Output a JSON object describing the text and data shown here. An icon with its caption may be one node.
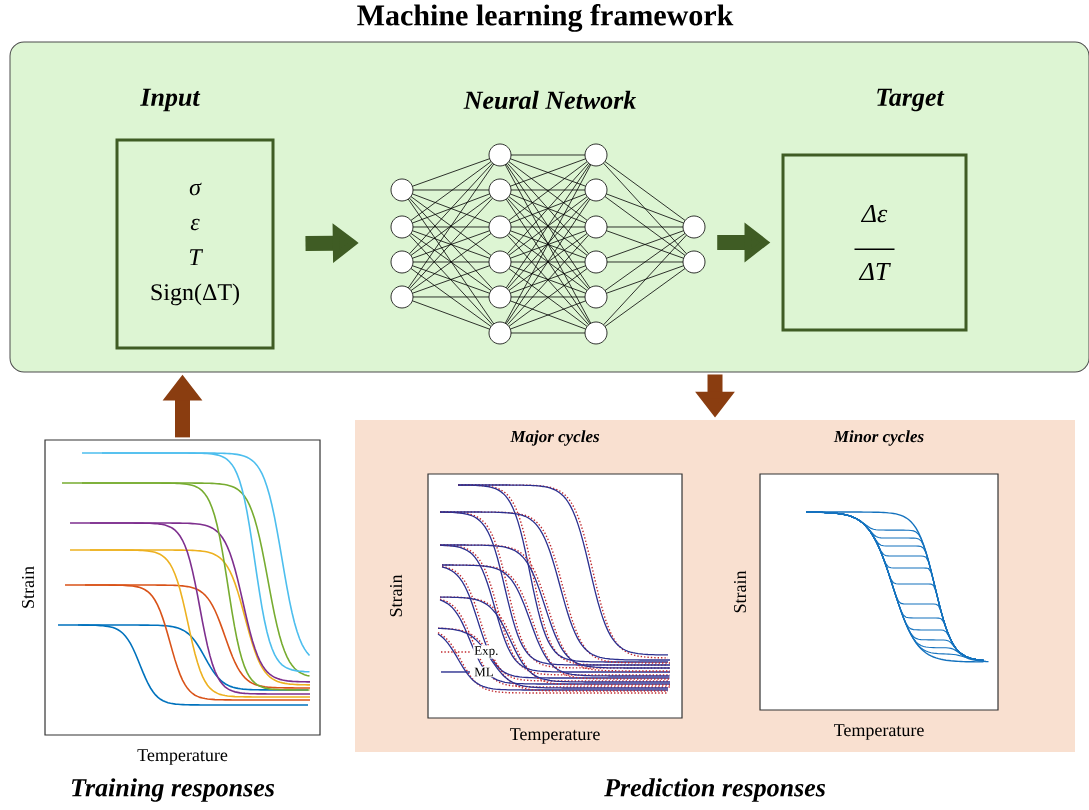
{
  "diagram": {
    "title": "Machine learning framework",
    "nodes": [
      {
        "text": [],
        "shape": "box"
      },
      {
        "text": [
          "Input",
          "σ",
          "ε",
          "T",
          "Sign(ΔT)"
        ],
        "in": 0
      },
      {
        "text": [
          "Neural Network"
        ],
        "in": 0
      },
      {
        "text": [
          "Target",
          "Δε",
          "ΔT"
        ],
        "in": 0
      },
      {
        "text": [
          "Strain",
          "Temperature"
        ],
        "beside": [
          "Training responses"
        ]
      },
      {
        "text": [
          "Prediction responses"
        ]
      },
      {
        "text": [
          "Major cycles",
          "Strain",
          "Temperature"
        ],
        "in": 5
      },
      {
        "text": [
          "Minor cycles",
          "Strain",
          "Temperature"
        ],
        "in": 5
      }
    ],
    "edges": [
      {
        "from": 1,
        "to": 2,
        "arrow": "to",
        "color": "#3f5c24"
      },
      {
        "from": 2,
        "to": 3,
        "arrow": "to",
        "color": "#3f5c24"
      },
      {
        "from": 4,
        "to": 0,
        "arrow": "to",
        "color": "#8a3d10"
      },
      {
        "from": 0,
        "to": 5,
        "arrow": "to",
        "color": "#8a3d10"
      }
    ],
    "legend": [
      {
        "text": "Exp."
      },
      {
        "text": "ML"
      }
    ]
  }
}
